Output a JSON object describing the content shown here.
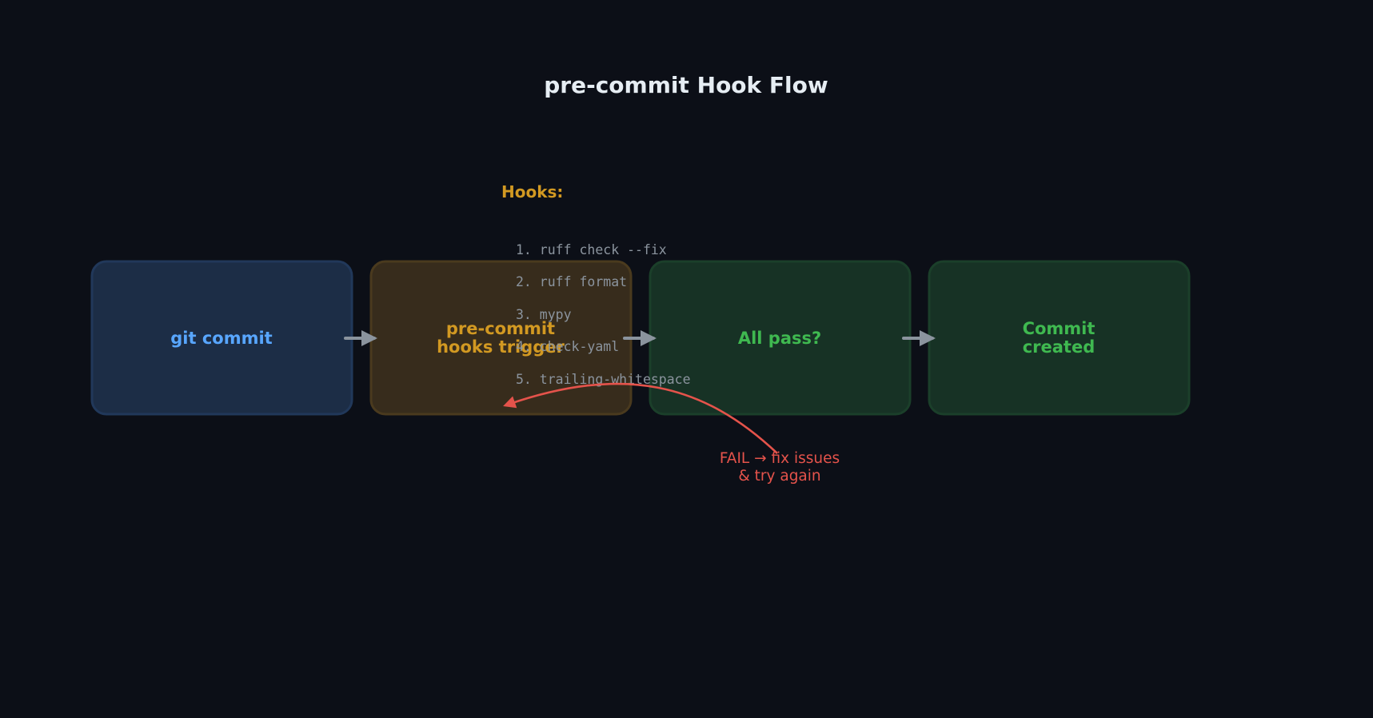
{
  "title": "pre-commit Hook Flow",
  "colors": {
    "background": "#0c0f17",
    "title": "#e6edf3",
    "arrow": "#8b949e",
    "hook_text": "#8b949e",
    "fail": "#e5534b"
  },
  "steps": [
    {
      "line1": "git commit",
      "line2": "",
      "color": "#58a6ff",
      "fill": "#1c2d46",
      "stroke": "#21385a"
    },
    {
      "line1": "pre-commit",
      "line2": "hooks trigger",
      "color": "#d29922",
      "fill": "#372c1c",
      "stroke": "#4a3a1e"
    },
    {
      "line1": "All pass?",
      "line2": "",
      "color": "#3fb950",
      "fill": "#173225",
      "stroke": "#1b3f2a"
    },
    {
      "line1": "Commit",
      "line2": "created",
      "color": "#3fb950",
      "fill": "#173225",
      "stroke": "#1b3f2a"
    }
  ],
  "hooks": {
    "heading": "Hooks:",
    "heading_color": "#d29922",
    "items": [
      "1. ruff check --fix",
      "2. ruff format",
      "3. mypy",
      "4. check-yaml",
      "5. trailing-whitespace"
    ]
  },
  "fail_label": {
    "line1": "FAIL → fix issues",
    "line2": "& try again"
  }
}
